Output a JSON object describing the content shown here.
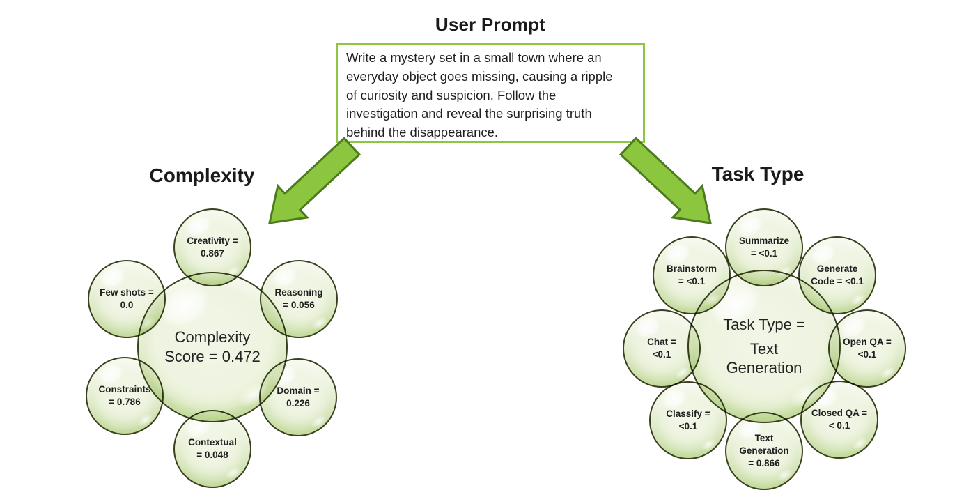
{
  "header": {
    "title": "User Prompt"
  },
  "prompt_box": {
    "border_color": "#8dc63f",
    "lines": [
      "Write a mystery set in a small town where an",
      "everyday object goes missing, causing a ripple",
      "of curiosity and suspicion. Follow the",
      "investigation and reveal the surprising truth",
      "behind the disappearance."
    ]
  },
  "colors": {
    "arrow_fill": "#8cc63e",
    "arrow_outline": "#4d7a1f",
    "bubble_rim": "#9cc94e",
    "bubble_fill": "#eef4e0",
    "bubble_outline": "#39411f",
    "text": "#1f1f1f"
  },
  "left_cluster": {
    "title": "Complexity",
    "center": {
      "line1": "Complexity",
      "line2": "Score = 0.472"
    },
    "satellites": [
      {
        "id": "creativity",
        "lines": [
          "Creativity =",
          "0.867"
        ]
      },
      {
        "id": "few-shots",
        "lines": [
          "Few shots =",
          "0.0"
        ]
      },
      {
        "id": "reasoning",
        "lines": [
          "Reasoning",
          "= 0.056"
        ]
      },
      {
        "id": "constraints",
        "lines": [
          "Constraints",
          "= 0.786"
        ]
      },
      {
        "id": "domain",
        "lines": [
          "Domain =",
          "0.226"
        ]
      },
      {
        "id": "contextual",
        "lines": [
          "Contextual",
          "= 0.048"
        ]
      }
    ]
  },
  "right_cluster": {
    "title": "Task Type",
    "center": {
      "line1": "Task Type =",
      "line2": "Text",
      "line3": "Generation"
    },
    "satellites": [
      {
        "id": "summarize",
        "lines": [
          "Summarize",
          "= <0.1"
        ]
      },
      {
        "id": "brainstorm",
        "lines": [
          "Brainstorm",
          "= <0.1"
        ]
      },
      {
        "id": "generate-code",
        "lines": [
          "Generate",
          "Code = <0.1"
        ]
      },
      {
        "id": "chat",
        "lines": [
          "Chat =",
          "<0.1"
        ]
      },
      {
        "id": "open-qa",
        "lines": [
          "Open QA =",
          "<0.1"
        ]
      },
      {
        "id": "classify",
        "lines": [
          "Classify =",
          "<0.1"
        ]
      },
      {
        "id": "closed-qa",
        "lines": [
          "Closed QA =",
          "< 0.1"
        ]
      },
      {
        "id": "text-generation",
        "lines": [
          "Text",
          "Generation",
          "= 0.866"
        ]
      }
    ]
  }
}
